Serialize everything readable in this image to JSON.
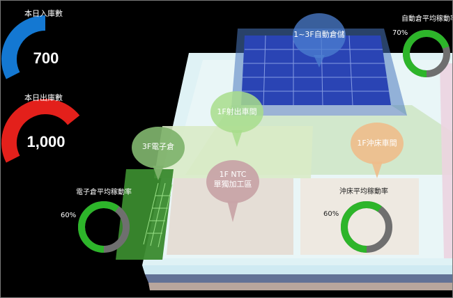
{
  "colors": {
    "inbound_gauge": "#1478d2",
    "outbound_gauge": "#e3201b",
    "donut_used": "#2db52a",
    "donut_free": "#6f6f6f",
    "background": "#000000"
  },
  "kpis": {
    "inbound": {
      "label": "本日入庫數",
      "value": "700",
      "fill": 0.5
    },
    "outbound": {
      "label": "本日出庫數",
      "value": "1,000",
      "fill": 0.72
    }
  },
  "donuts": {
    "auto_warehouse": {
      "title": "自動倉平均稼動率",
      "percent_label": "70%",
      "percent": 70
    },
    "electronics_warehouse": {
      "title": "電子倉平均稼動率",
      "percent_label": "60%",
      "percent": 60
    },
    "stamping": {
      "title": "沖床平均稼動率",
      "percent_label": "60%",
      "percent": 60
    }
  },
  "zones": {
    "asrs": {
      "line1": "1~3F自動倉儲",
      "line2": ""
    },
    "injection": {
      "line1": "1F射出車間",
      "line2": ""
    },
    "electronics": {
      "line1": "3F電子倉",
      "line2": ""
    },
    "ntc": {
      "line1": "1F NTC",
      "line2": "單獨加工區"
    },
    "stamping": {
      "line1": "1F沖床車間",
      "line2": ""
    }
  }
}
